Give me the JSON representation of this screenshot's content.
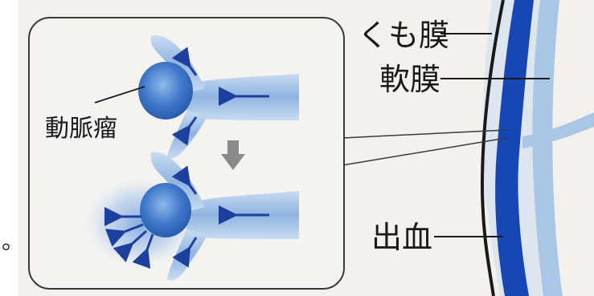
{
  "labels": {
    "arachnoid": "くも膜",
    "pia": "軟膜",
    "hemorrhage": "出血",
    "aneurysm": "動脈瘤"
  },
  "stray_mark": "。",
  "colors": {
    "background": "#f4f1ec",
    "vessel_light": "#a9c6e6",
    "vessel_mid": "#5d8fd0",
    "vessel_dark": "#1747b4",
    "arrow_blue": "#1d3f9e",
    "gray_arrow": "#8a8a8a",
    "frame": "#3a3a3a"
  },
  "icons": {
    "flow_arrow": "arrow-left-icon",
    "transition_arrow": "arrow-down-icon"
  }
}
